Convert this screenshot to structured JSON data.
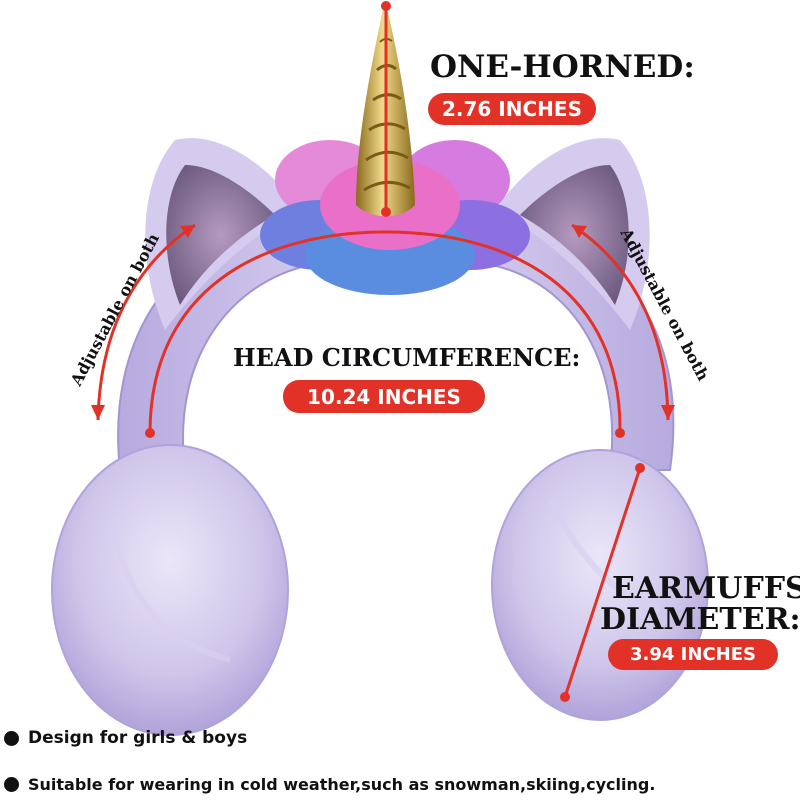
{
  "horn": {
    "title": "ONE-HORNED:",
    "value": "2.76 INCHES"
  },
  "head": {
    "title": "HEAD CIRCUMFERENCE:",
    "value": "10.24 INCHES"
  },
  "earmuffs": {
    "title_line1": "EARMUFFS",
    "title_line2": "DIAMETER:",
    "value": "3.94 INCHES"
  },
  "adjust_left": "Adjustable on both",
  "adjust_right": "Adjustable on both",
  "bullets": [
    "Design for girls & boys",
    "Suitable for wearing in cold weather,such as snowman,skiing,cycling."
  ],
  "colors": {
    "accent": "#e23228",
    "fur": "#c9bfe6",
    "horn_gold": "#c9a23a",
    "text": "#111111"
  }
}
